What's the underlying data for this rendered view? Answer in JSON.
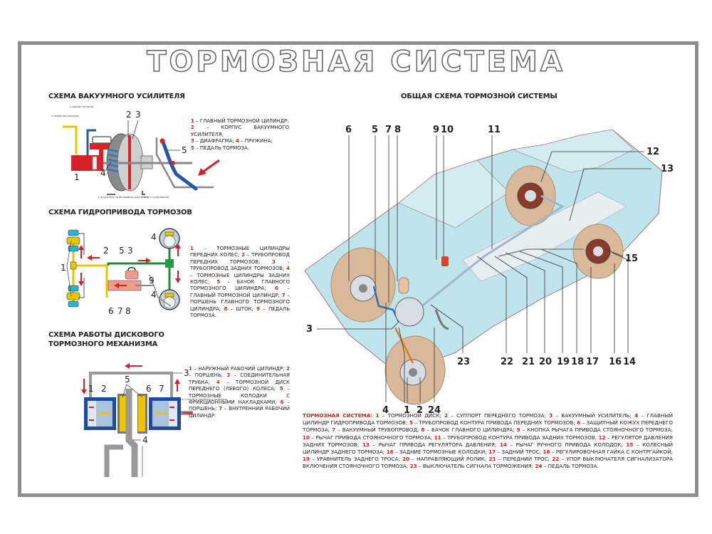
{
  "title": "ТОРМОЗНАЯ СИСТЕМА",
  "sections": {
    "vacuum": {
      "title": "СХЕМА ВАКУУМНОГО УСИЛИТЕЛЯ",
      "legend": [
        {
          "n": "1",
          "t": " – главный тормозной цилиндр;"
        },
        {
          "n": "2",
          "t": " – корпус вакуумного усилителя;"
        },
        {
          "n": "3",
          "t": " – диафрагма; "
        },
        {
          "n": "4",
          "t": " – пружина;"
        },
        {
          "n": "5",
          "t": " – педаль тормоза."
        }
      ],
      "labels": [
        "1",
        "2",
        "3",
        "4",
        "5"
      ],
      "captions": [
        "к задним колесам",
        "к передним колесам",
        "к впускному трубопроводу двигателя",
        "связь с атмосферой"
      ]
    },
    "hydraulic": {
      "title": "СХЕМА ГИДРОПРИВОДА ТОРМОЗОВ",
      "legend": [
        {
          "n": "1",
          "t": " – тормозные цилиндры передних колес; "
        },
        {
          "n": "2",
          "t": " – трубопровод передних тормозов; "
        },
        {
          "n": "3",
          "t": " – трубопровод задних тормозов; "
        },
        {
          "n": "4",
          "t": " – тормозные цилиндры задних колес; "
        },
        {
          "n": "5",
          "t": " – бачок главного тормозного цилиндра; "
        },
        {
          "n": "6",
          "t": " – главный тормозной цилиндр; "
        },
        {
          "n": "7",
          "t": " – поршень главного тормозного цилиндра; "
        },
        {
          "n": "8",
          "t": " – шток; "
        },
        {
          "n": "9",
          "t": " – педаль тормоза."
        }
      ],
      "labels": [
        "1",
        "2",
        "5",
        "3",
        "4",
        "4",
        "9",
        "6",
        "7",
        "8"
      ]
    },
    "disc": {
      "title_line1": "СХЕМА РАБОТЫ ДИСКОВОГО",
      "title_line2": "ТОРМОЗНОГО МЕХАНИЗМА",
      "legend": [
        {
          "n": "1",
          "t": " – наружный рабочий цилиндр; "
        },
        {
          "n": "2",
          "t": " – поршень; "
        },
        {
          "n": "3",
          "t": " – соединительная трубка; "
        },
        {
          "n": "4",
          "t": " – тормозной диск переднего (левого) колеса; "
        },
        {
          "n": "5",
          "t": " – тормозные колодки с фрикционными накладками; "
        },
        {
          "n": "6",
          "t": " – поршень; "
        },
        {
          "n": "7",
          "t": " – внутренний рабочий цилиндр."
        }
      ],
      "labels": [
        "1",
        "2",
        "5",
        "6",
        "7",
        "3",
        "4"
      ],
      "caption": "от главного тормозного цилиндра"
    },
    "general": {
      "title": "ОБЩАЯ СХЕМА ТОРМОЗНОЙ СИСТЕМЫ",
      "top_labels": [
        "6",
        "5",
        "7",
        "8",
        "9",
        "10",
        "11"
      ],
      "right_labels": [
        "12",
        "13",
        "15"
      ],
      "bottom_labels": [
        "23",
        "22",
        "21",
        "20",
        "19",
        "18",
        "17",
        "16",
        "14"
      ],
      "bottom_left_labels": [
        "4",
        "1",
        "2",
        "24"
      ],
      "left_label": "3",
      "legend_lead": "Тормозная система:",
      "legend": [
        {
          "n": "1",
          "t": " – тормозной диск; "
        },
        {
          "n": "2",
          "t": " – суппорт переднего тормоза; "
        },
        {
          "n": "3",
          "t": " – вакуумный усилитель; "
        },
        {
          "n": "4",
          "t": " – главный цилиндр гидропривода тормозов; "
        },
        {
          "n": "5",
          "t": " – трубопровод контура привода передних тормозов; "
        },
        {
          "n": "6",
          "t": " – защитный кожух переднего тормоза; "
        },
        {
          "n": "7",
          "t": " – вакуумный трубопровод; "
        },
        {
          "n": "8",
          "t": " – бачок главного цилиндра; "
        },
        {
          "n": "9",
          "t": " – кнопка рычага привода стояночного тормоза; "
        },
        {
          "n": "10",
          "t": " – рычаг привода стояночного тормоза; "
        },
        {
          "n": "11",
          "t": " – трубопровод контура привода задних тормозов; "
        },
        {
          "n": "12",
          "t": " – регулятор давления задних тормозов; "
        },
        {
          "n": "13",
          "t": " – рычаг привода регулятора давления; "
        },
        {
          "n": "14",
          "t": " – рычаг ручного привода колодок; "
        },
        {
          "n": "15",
          "t": " – колесный цилиндр заднего тормоза; "
        },
        {
          "n": "16",
          "t": " – задние тормозные колодки; "
        },
        {
          "n": "17",
          "t": " – задний трос; "
        },
        {
          "n": "18",
          "t": " – регулировочная гайка с контргайкой; "
        },
        {
          "n": "19",
          "t": " – уравнитель заднего троса; "
        },
        {
          "n": "20",
          "t": " – направляющий ролик; "
        },
        {
          "n": "21",
          "t": " – передний трос; "
        },
        {
          "n": "22",
          "t": " – упор выключателя сигнализатора включения стояночного тормоза; "
        },
        {
          "n": "23",
          "t": " – выключатель сигнала торможения; "
        },
        {
          "n": "24",
          "t": " – педаль тормоза."
        }
      ]
    }
  },
  "colors": {
    "accent": "#e11b1b",
    "car_body": "#bfe4ec",
    "wheel": "#d9b99a",
    "frame": "#8e8e8e",
    "pipe_blue": "#1e5aa8",
    "pipe_yellow": "#e8c600",
    "pipe_green": "#1f8a3a"
  }
}
